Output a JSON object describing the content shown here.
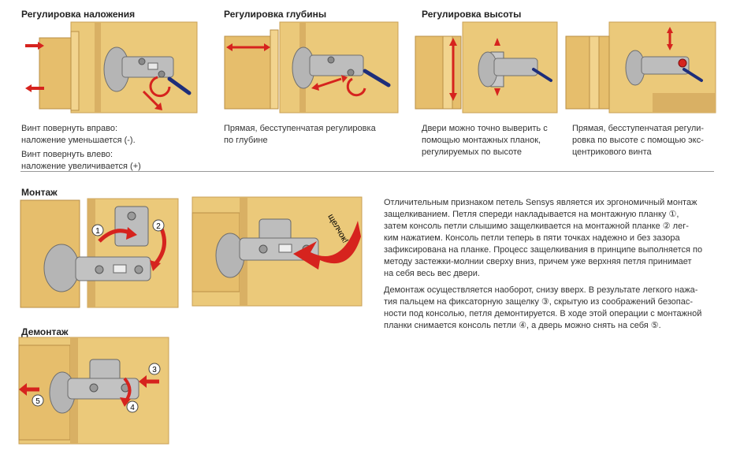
{
  "sections": {
    "overlay": {
      "title": "Регулировка наложения",
      "captions": [
        "Винт повернуть вправо:\nналожение уменьшается (-).",
        "Винт повернуть влево:\nналожение увеличивается (+)"
      ]
    },
    "depth": {
      "title": "Регулировка глубины",
      "captions": [
        "Прямая, бесступенчатая регулировка\nпо глубине"
      ]
    },
    "height": {
      "title": "Регулировка высоты",
      "caption_left": "Двери можно точно выверить\nс помощью монтажных планок,\nрегулируемых по высоте",
      "caption_right": "Прямая, бесступенчатая регули-\nровка по высоте с помощью экс-\nцентрикового винта"
    },
    "mount": {
      "title": "Монтаж",
      "click_label": "щелчок!",
      "step1": "1",
      "step2": "2"
    },
    "dismount": {
      "title": "Демонтаж",
      "step3": "3",
      "step4": "4",
      "step5": "5"
    }
  },
  "description": {
    "paragraph1": "Отличительным признаком петель Sensys является их эргономичный монтаж\nзащелкиванием. Петля спереди накладывается на монтажную планку ①,\nзатем консоль петли слышимо защелкивается на монтажной планке ② лег-\nким нажатием. Консоль петли теперь в пяти точках надежно и без зазора\nзафиксирована на планке. Процесс защелкивания в принципе выполняется по\nметоду застежки-молнии сверху вниз, причем уже верхняя петля принимает\nна себя весь вес двери.",
    "paragraph2": "Демонтаж осуществляется наоборот, снизу вверх. В результате легкого нажа-\nтия пальцем на фиксаторную защелку ③, скрытую из соображений безопас-\nности под консолью, петля демонтируется. В ходе этой операции с монтажной\nпланки снимается консоль петли ④, а дверь можно снять на себя ⑤."
  },
  "colors": {
    "wood": "#EBC97A",
    "wood_dark": "#C9A055",
    "arrow": "#D6231E",
    "metal": "#A9A9A9"
  }
}
